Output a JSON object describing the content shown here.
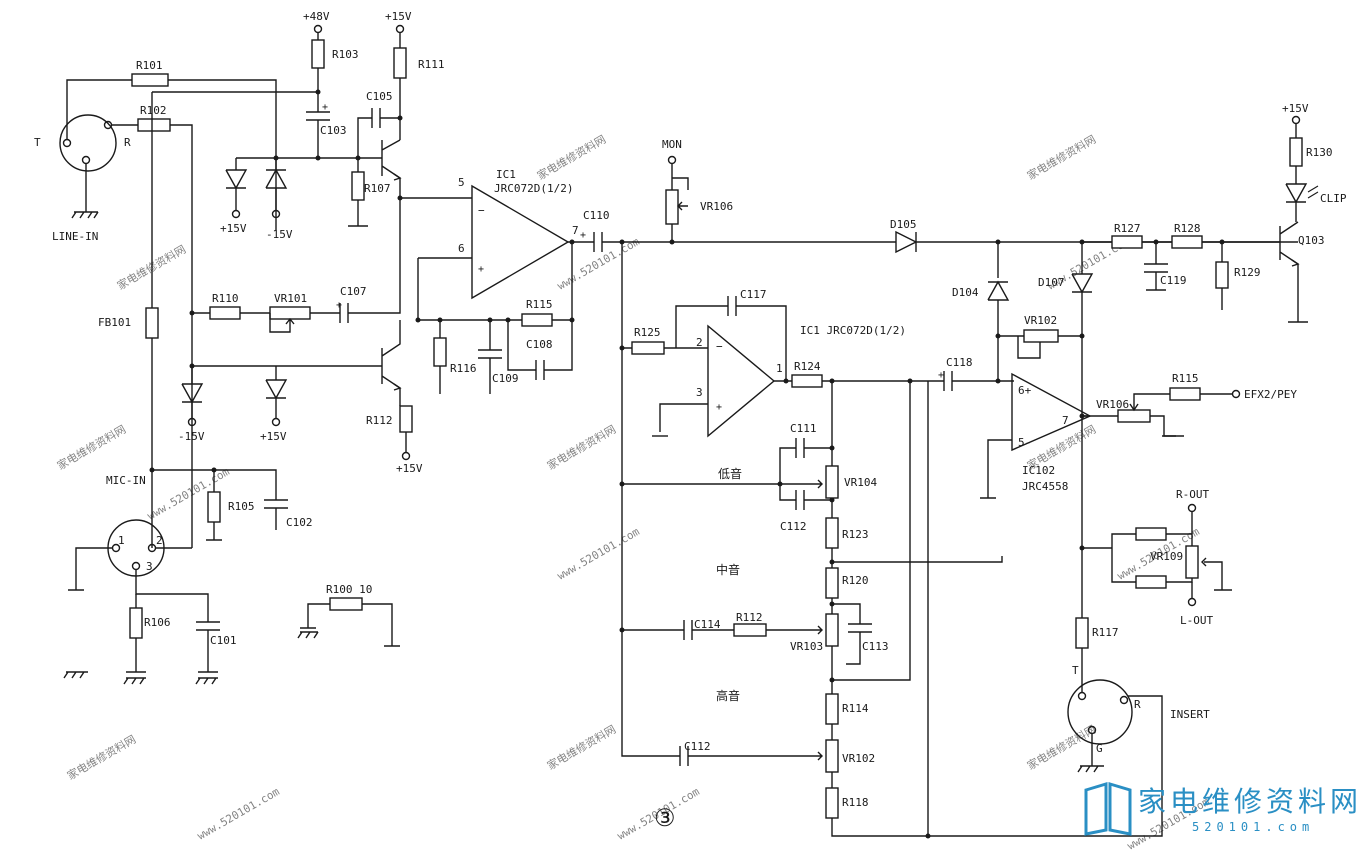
{
  "watermark": {
    "cn": "家电维修资料网",
    "url": "www.520101.com"
  },
  "logo": {
    "name": "家电维修资料网",
    "url": "520101.com"
  },
  "figure_number": "③",
  "labels": {
    "r101": "R101",
    "r102": "R102",
    "r103": "R103",
    "r111": "R111",
    "c105": "C105",
    "c103": "C103",
    "r107": "R107",
    "p48v": "+48V",
    "p15v_a": "+15V",
    "p15v_b": "+15V",
    "m15v_a": "-15V",
    "line_in": "LINE-IN",
    "t_a": "T",
    "r_a": "R",
    "ic1a": "IC1",
    "ic1a_part": "JRC072D(1/2)",
    "pin5": "5",
    "pin6": "6",
    "pin7a": "7",
    "c110": "C110",
    "mon": "MON",
    "vr106a": "VR106",
    "d105": "D105",
    "r127": "R127",
    "r128": "R128",
    "c119": "C119",
    "r129": "R129",
    "r130": "R130",
    "clip": "CLIP",
    "q103": "Q103",
    "p15v_c": "+15V",
    "fb101": "FB101",
    "r110": "R110",
    "vr101": "VR101",
    "c107": "C107",
    "r115a": "R115",
    "c108": "C108",
    "r116": "R116",
    "c109": "C109",
    "r112a": "R112",
    "m15v_b": "-15V",
    "p15v_d": "+15V",
    "p15v_e": "+15V",
    "c117": "C117",
    "r125": "R125",
    "ic1b": "IC1 JRC072D(1/2)",
    "pin2": "2",
    "pin3": "3",
    "pin1": "1",
    "r124": "R124",
    "c118": "C118",
    "d104": "D104",
    "d107": "D107",
    "vr102a": "VR102",
    "pin6b": "6+",
    "pin5b": "5-",
    "pin7b": "7",
    "ic102": "IC102",
    "jrc4558": "JRC4558",
    "vr106b": "VR106",
    "r115b": "R115",
    "efx": "EFX2/PEY",
    "mic_in": "MIC-IN",
    "r105": "R105",
    "c102": "C102",
    "m1": "1",
    "m2": "2",
    "m3": "3",
    "r106": "R106",
    "c101": "C101",
    "r100": "R100 10",
    "c111": "C111",
    "bass": "低音",
    "vr104": "VR104",
    "c112a": "C112",
    "r123": "R123",
    "mid": "中音",
    "r120": "R120",
    "c114": "C114",
    "r112b": "R112",
    "vr103": "VR103",
    "c113": "C113",
    "treble": "高音",
    "r114": "R114",
    "c112b": "C112",
    "vr102b": "VR102",
    "r118": "R118",
    "r_out": "R-OUT",
    "vr109": "VR109",
    "l_out": "L-OUT",
    "r117": "R117",
    "t_b": "T",
    "r_b": "R",
    "g_b": "G",
    "insert": "INSERT"
  }
}
